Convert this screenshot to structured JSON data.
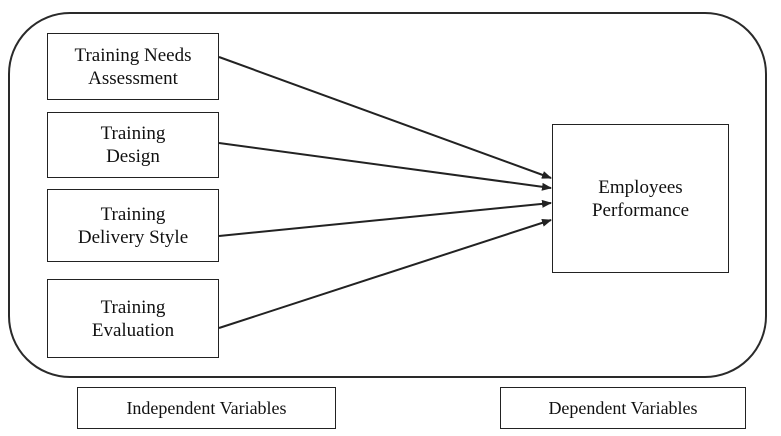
{
  "independent_boxes": [
    {
      "line1": "Training Needs",
      "line2": "Assessment"
    },
    {
      "line1": "Training",
      "line2": "Design"
    },
    {
      "line1": "Training",
      "line2": "Delivery Style"
    },
    {
      "line1": "Training",
      "line2": "Evaluation"
    }
  ],
  "dependent_box": {
    "line1": "Employees",
    "line2": "Performance"
  },
  "labels": {
    "independent": "Independent Variables",
    "dependent": "Dependent Variables"
  },
  "colors": {
    "stroke": "#222222",
    "text": "#111111"
  }
}
